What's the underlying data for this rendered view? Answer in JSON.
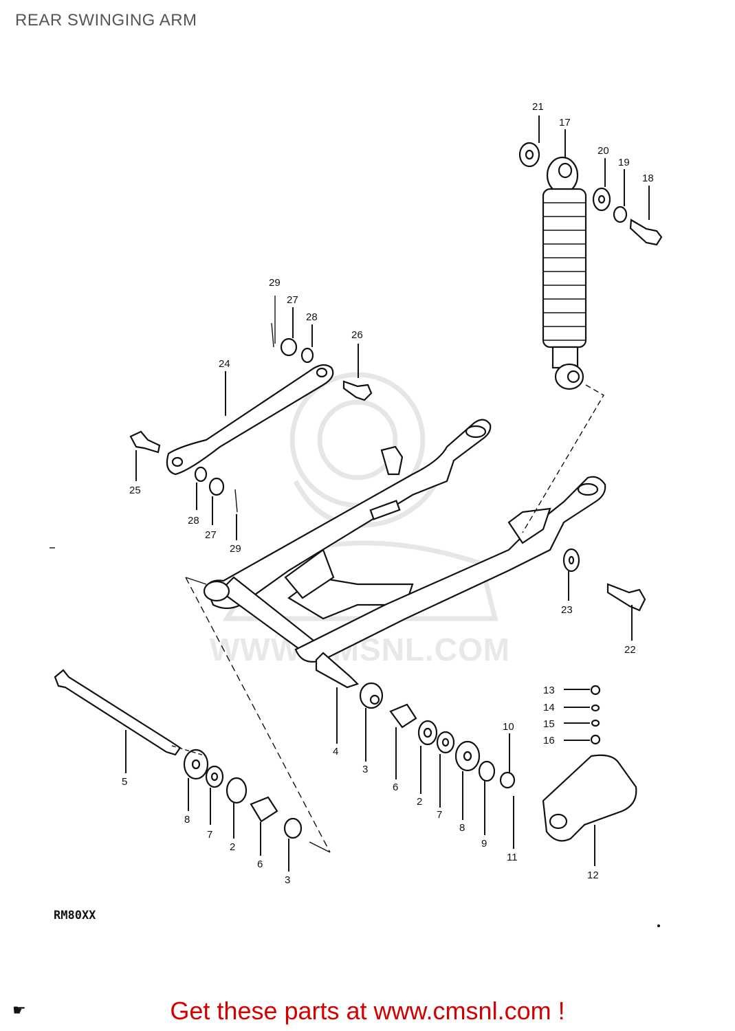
{
  "title": "REAR SWINGING ARM",
  "model_code": "RM80XX",
  "footer_text": "Get these parts at www.cmsnl.com !",
  "footer_icon": "pointing-hand-icon",
  "watermark_text": "WWW.CMSNL.COM",
  "colors": {
    "footer": "#d40000",
    "title": "#555555",
    "lines": "#111111",
    "watermark": "#e6e6e6"
  },
  "part_labels": [
    "21",
    "17",
    "20",
    "19",
    "18",
    "29",
    "27",
    "28",
    "26",
    "24",
    "25",
    "28",
    "27",
    "29",
    "23",
    "22",
    "13",
    "14",
    "15",
    "16",
    "10",
    "5",
    "4",
    "3",
    "6",
    "2",
    "7",
    "8",
    "9",
    "11",
    "12",
    "8",
    "7",
    "2",
    "6",
    "3"
  ]
}
